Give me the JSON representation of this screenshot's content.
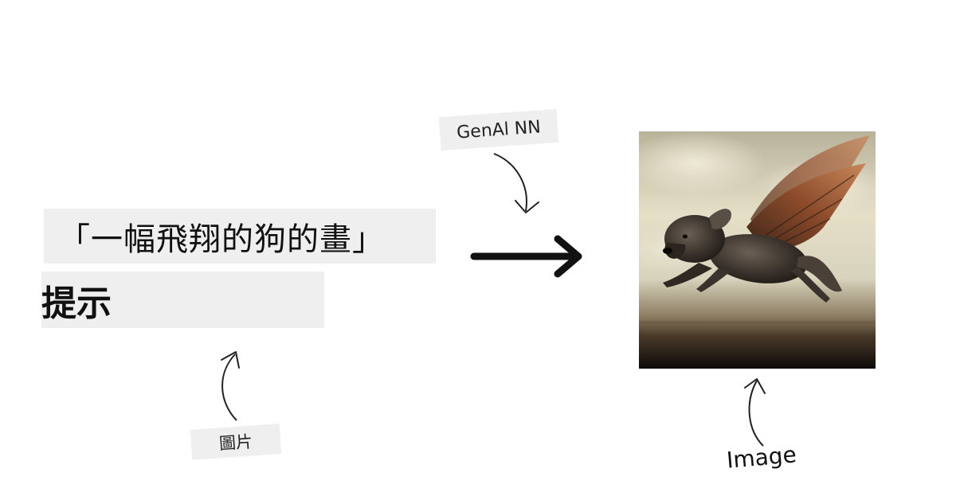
{
  "prompt": {
    "text": "「一幅飛翔的狗的畫」",
    "label": "提示"
  },
  "model": {
    "label": "GenAl NN"
  },
  "output": {
    "caption": "圖片",
    "label": "Image"
  },
  "colors": {
    "tag_background": "#efefef",
    "text": "#111111",
    "sky_light": "#e6dfc8",
    "sky_dark": "#7d7a6c",
    "horizon_dark": "#1a140f",
    "wing_brown": "#8a4a2a",
    "dog_fur": "#3a322c"
  },
  "icons": [
    "arrow-right-icon",
    "curved-arrow-icon"
  ]
}
